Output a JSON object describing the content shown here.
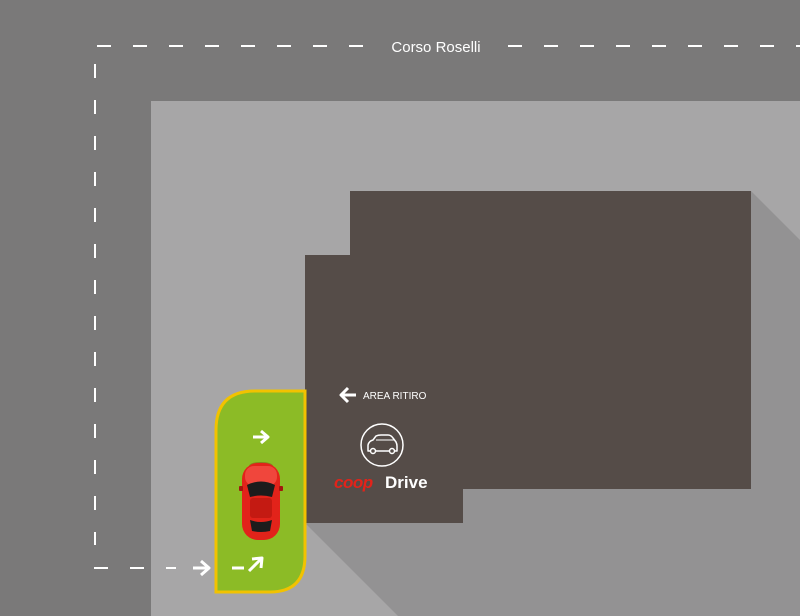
{
  "map": {
    "street_name": "Corso Roselli",
    "pickup_label": "AREA RITIRO",
    "brand": {
      "coop": "coop",
      "drive": "Drive"
    }
  },
  "colors": {
    "road": "#7a7979",
    "lot": "#a7a6a7",
    "building": "#554c48",
    "shadow": "#939293",
    "lane_fill": "#8cbb26",
    "lane_border": "#f2c200",
    "car": "#e2231a",
    "brand_red": "#e2231a",
    "marking": "#ffffff"
  },
  "icons": {
    "lane_arrow_top": "arrow-right-icon",
    "lane_arrow_bottom": "arrow-up-right-icon",
    "entry_arrow": "arrow-right-icon",
    "pickup_arrow": "arrow-left-icon",
    "car_badge": "car-icon"
  }
}
